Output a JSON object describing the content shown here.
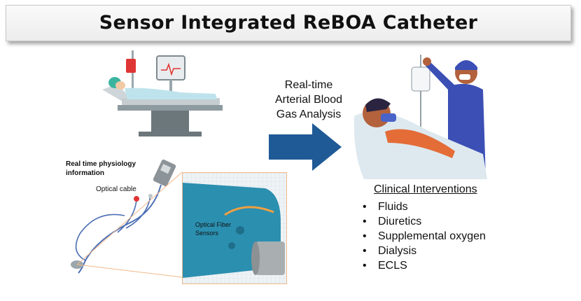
{
  "banner": {
    "title": "Sensor Integrated ReBOA Catheter"
  },
  "arrow_label": {
    "line1": "Real-time",
    "line2": "Arterial Blood",
    "line3": "Gas Analysis"
  },
  "device": {
    "physiology_line1": "Real time physiology",
    "physiology_line2": "information",
    "cable_label": "Optical cable",
    "fiber_line1": "Optical Fiber",
    "fiber_line2": "Sensors"
  },
  "interventions": {
    "title": "Clinical Interventions",
    "items": [
      "Fluids",
      "Diuretics",
      "Supplemental oxygen",
      "Dialysis",
      "ECLS"
    ]
  },
  "colors": {
    "arrow": "#1f5a96",
    "scrubs": "#3b4fb5",
    "catheter_body": "#2b8fb0",
    "box_border": "#f2b98a"
  },
  "icons": [
    "hospital-bed-icon",
    "patient-monitor-icon",
    "iv-bag-icon",
    "catheter-device-icon",
    "nurse-figure-icon",
    "bullet-icon"
  ]
}
